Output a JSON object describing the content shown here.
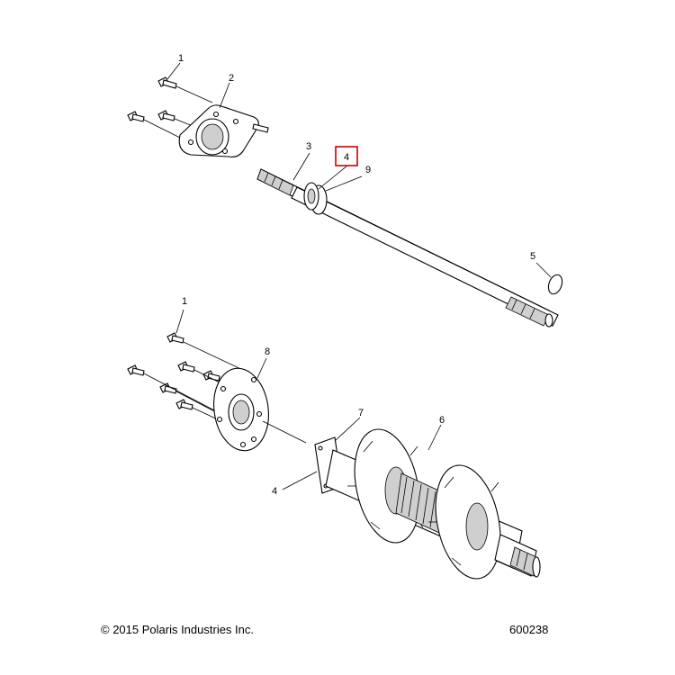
{
  "callouts": {
    "c1_top": "1",
    "c2": "2",
    "c3": "3",
    "c4_top": "4",
    "c9": "9",
    "c5": "5",
    "c1_bottom": "1",
    "c8": "8",
    "c7": "7",
    "c6": "6",
    "c4_bottom": "4"
  },
  "highlight_color": "#cc0000",
  "footer": {
    "copyright": "© 2015 Polaris Industries Inc.",
    "diagram_number": "600238"
  }
}
